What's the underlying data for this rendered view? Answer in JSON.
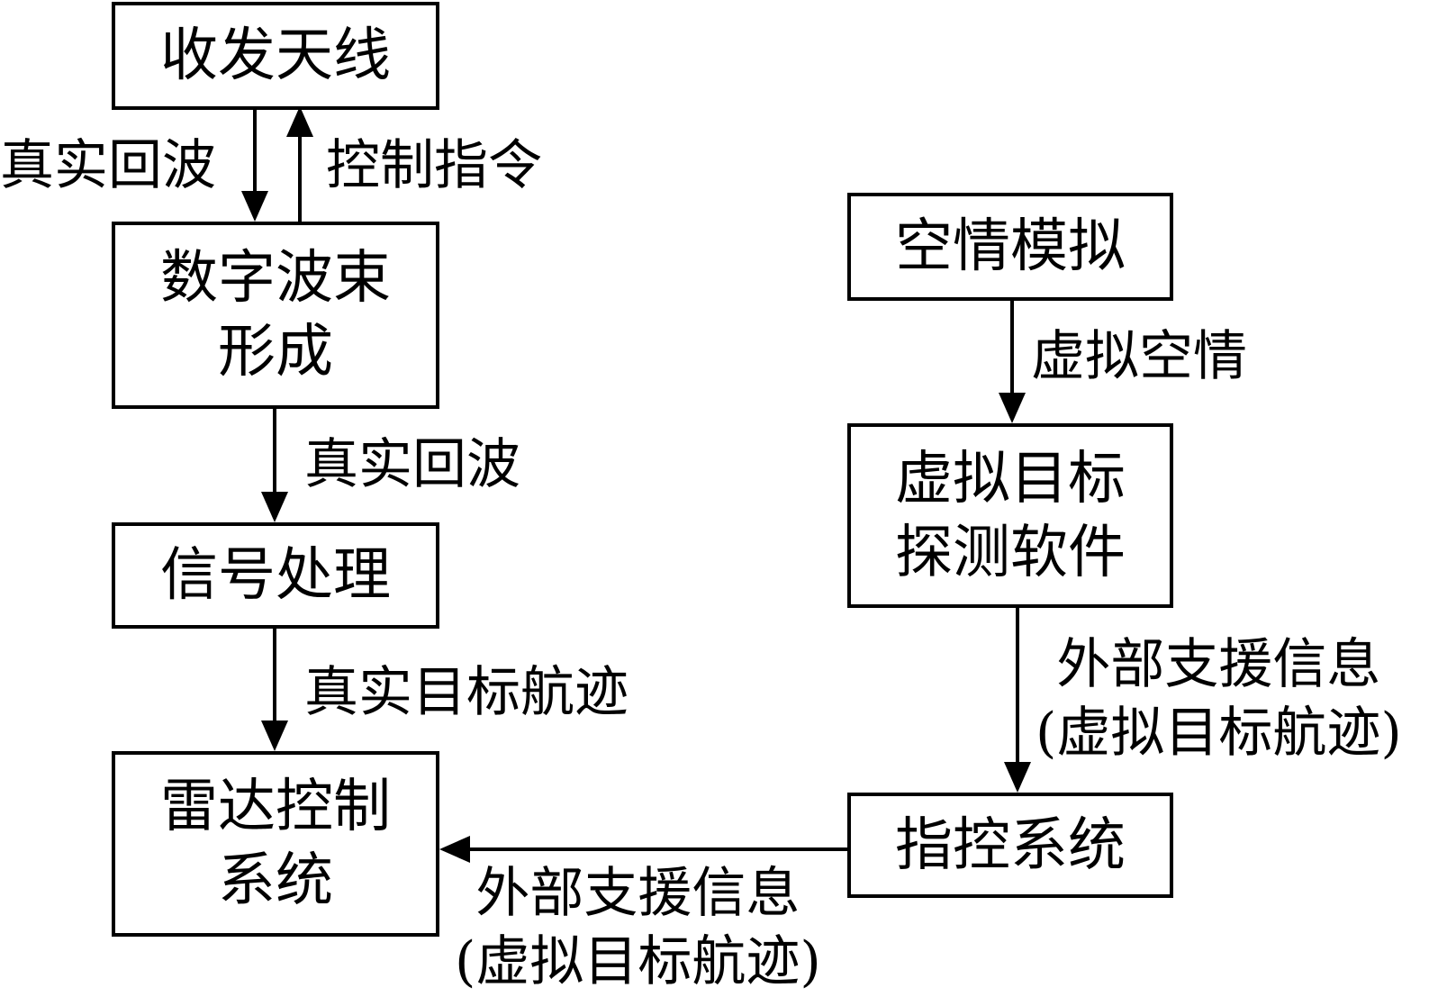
{
  "boxes": {
    "antenna": [
      "收发天线"
    ],
    "dbf": [
      "数字波束",
      "形成"
    ],
    "signal": [
      "信号处理"
    ],
    "radar_control": [
      "雷达控制",
      "系统"
    ],
    "air_sim": [
      "空情模拟"
    ],
    "virtual_target": [
      "虚拟目标",
      "探测软件"
    ],
    "command": [
      "指控系统"
    ]
  },
  "labels": {
    "echo_top": [
      "真实回波"
    ],
    "control_cmd": [
      "控制指令"
    ],
    "echo_mid": [
      "真实回波"
    ],
    "real_track": [
      "真实目标航迹"
    ],
    "virtual_air": [
      "虚拟空情"
    ],
    "ext_info_right": [
      "外部支援信息",
      "(虚拟目标航迹)"
    ],
    "ext_info_bottom": [
      "外部支援信息",
      "(虚拟目标航迹)"
    ]
  },
  "colors": {
    "line": "#000000",
    "background": "#ffffff"
  }
}
